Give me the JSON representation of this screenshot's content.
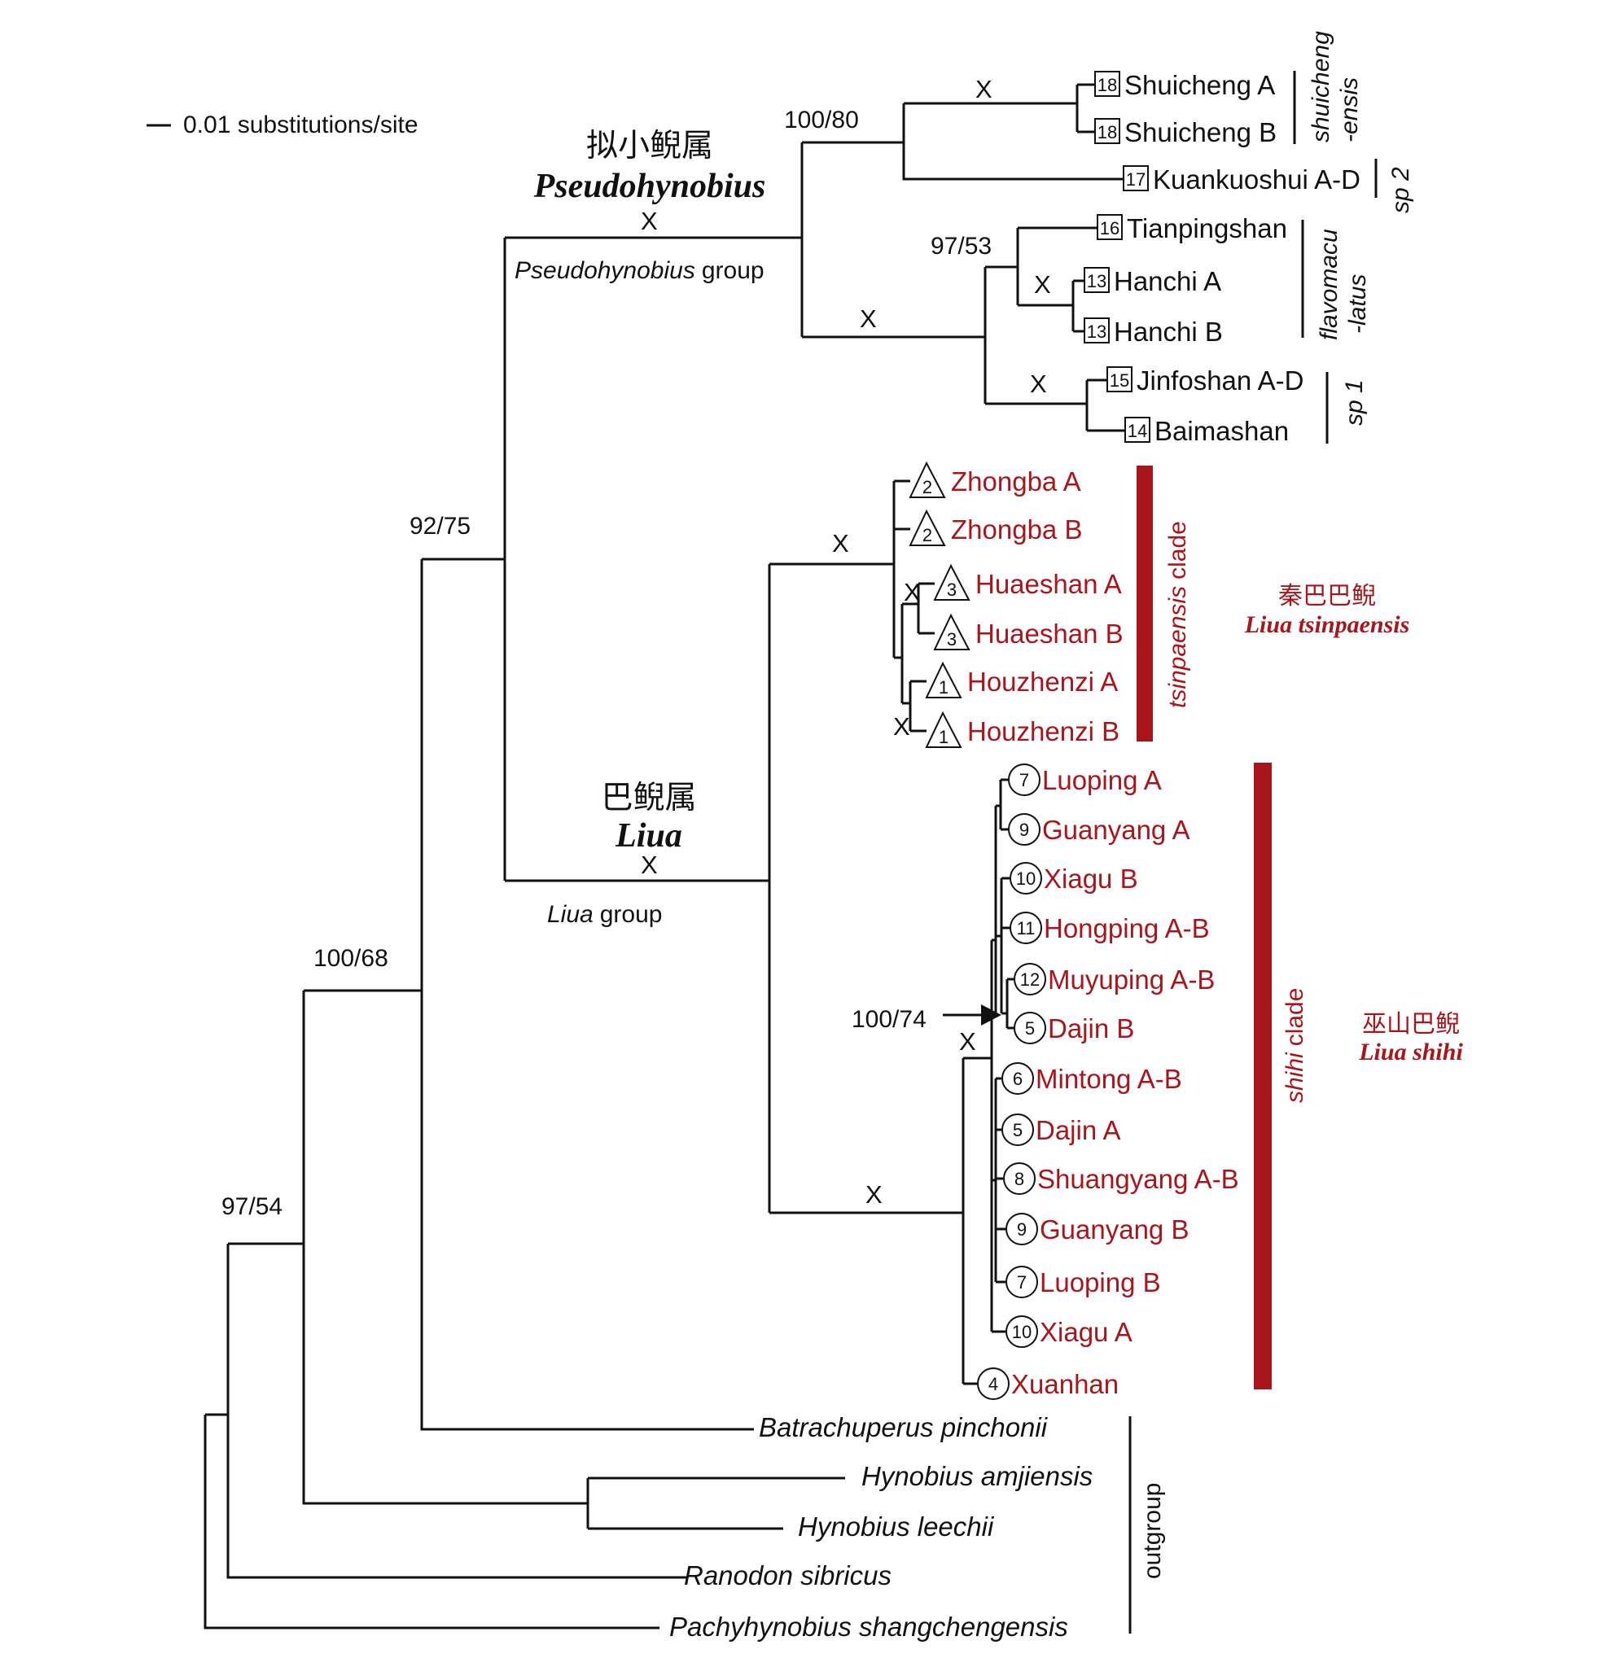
{
  "scale_label": "0.01 substitutions/site",
  "genera": {
    "pseudo_cn": "拟小鲵属",
    "pseudo_lat": "Pseudohynobius",
    "pseudo_group": "Pseudohynobius",
    "liua_cn": "巴鲵属",
    "liua_lat": "Liua",
    "liua_group": "Liua",
    "group_word": "group"
  },
  "support": {
    "s1": "100/80",
    "s2": "97/53",
    "s3": "92/75",
    "s4": "100/68",
    "s5": "97/54",
    "s6": "100/74",
    "x": "X"
  },
  "pseudo_taxa": [
    {
      "num": "18",
      "name": "Shuicheng A"
    },
    {
      "num": "18",
      "name": "Shuicheng B"
    },
    {
      "num": "17",
      "name": "Kuankuoshui A-D"
    },
    {
      "num": "16",
      "name": "Tianpingshan"
    },
    {
      "num": "13",
      "name": "Hanchi A"
    },
    {
      "num": "13",
      "name": "Hanchi B"
    },
    {
      "num": "15",
      "name": "Jinfoshan A-D"
    },
    {
      "num": "14",
      "name": "Baimashan"
    }
  ],
  "tsin_taxa": [
    {
      "num": "2",
      "name": "Zhongba A"
    },
    {
      "num": "2",
      "name": "Zhongba B"
    },
    {
      "num": "3",
      "name": "Huaeshan A"
    },
    {
      "num": "3",
      "name": "Huaeshan B"
    },
    {
      "num": "1",
      "name": "Houzhenzi A"
    },
    {
      "num": "1",
      "name": "Houzhenzi B"
    }
  ],
  "shihi_taxa": [
    {
      "num": "7",
      "name": "Luoping A"
    },
    {
      "num": "9",
      "name": "Guanyang A"
    },
    {
      "num": "10",
      "name": "Xiagu B"
    },
    {
      "num": "11",
      "name": "Hongping A-B"
    },
    {
      "num": "12",
      "name": "Muyuping A-B"
    },
    {
      "num": "5",
      "name": "Dajin B"
    },
    {
      "num": "6",
      "name": "Mintong A-B"
    },
    {
      "num": "5",
      "name": "Dajin A"
    },
    {
      "num": "8",
      "name": "Shuangyang A-B"
    },
    {
      "num": "9",
      "name": "Guanyang B"
    },
    {
      "num": "7",
      "name": "Luoping B"
    },
    {
      "num": "10",
      "name": "Xiagu A"
    },
    {
      "num": "4",
      "name": "Xuanhan"
    }
  ],
  "outgroup_taxa": [
    "Batrachuperus pinchonii",
    "Hynobius amjiensis",
    "Hynobius leechii",
    "Ranodon sibricus",
    "Pachyhynobius shangchengensis"
  ],
  "side_labels": {
    "shuicheng_1": "shuicheng",
    "shuicheng_2": "-ensis",
    "sp2": "sp 2",
    "flavo_1": "flavomacu",
    "flavo_2": "-latus",
    "sp1": "sp 1",
    "tsin_clade_word": "tsinpaensis",
    "shihi_clade_word": "shihi",
    "clade_word": "clade",
    "outgroup": "outgroup"
  },
  "species": {
    "tsin_cn": "秦巴巴鲵",
    "tsin_lat": "Liua tsinpaensis",
    "shihi_cn": "巫山巴鲵",
    "shihi_lat": "Liua shihi"
  },
  "colors": {
    "accent": "#a8161c",
    "ink": "#111111"
  }
}
